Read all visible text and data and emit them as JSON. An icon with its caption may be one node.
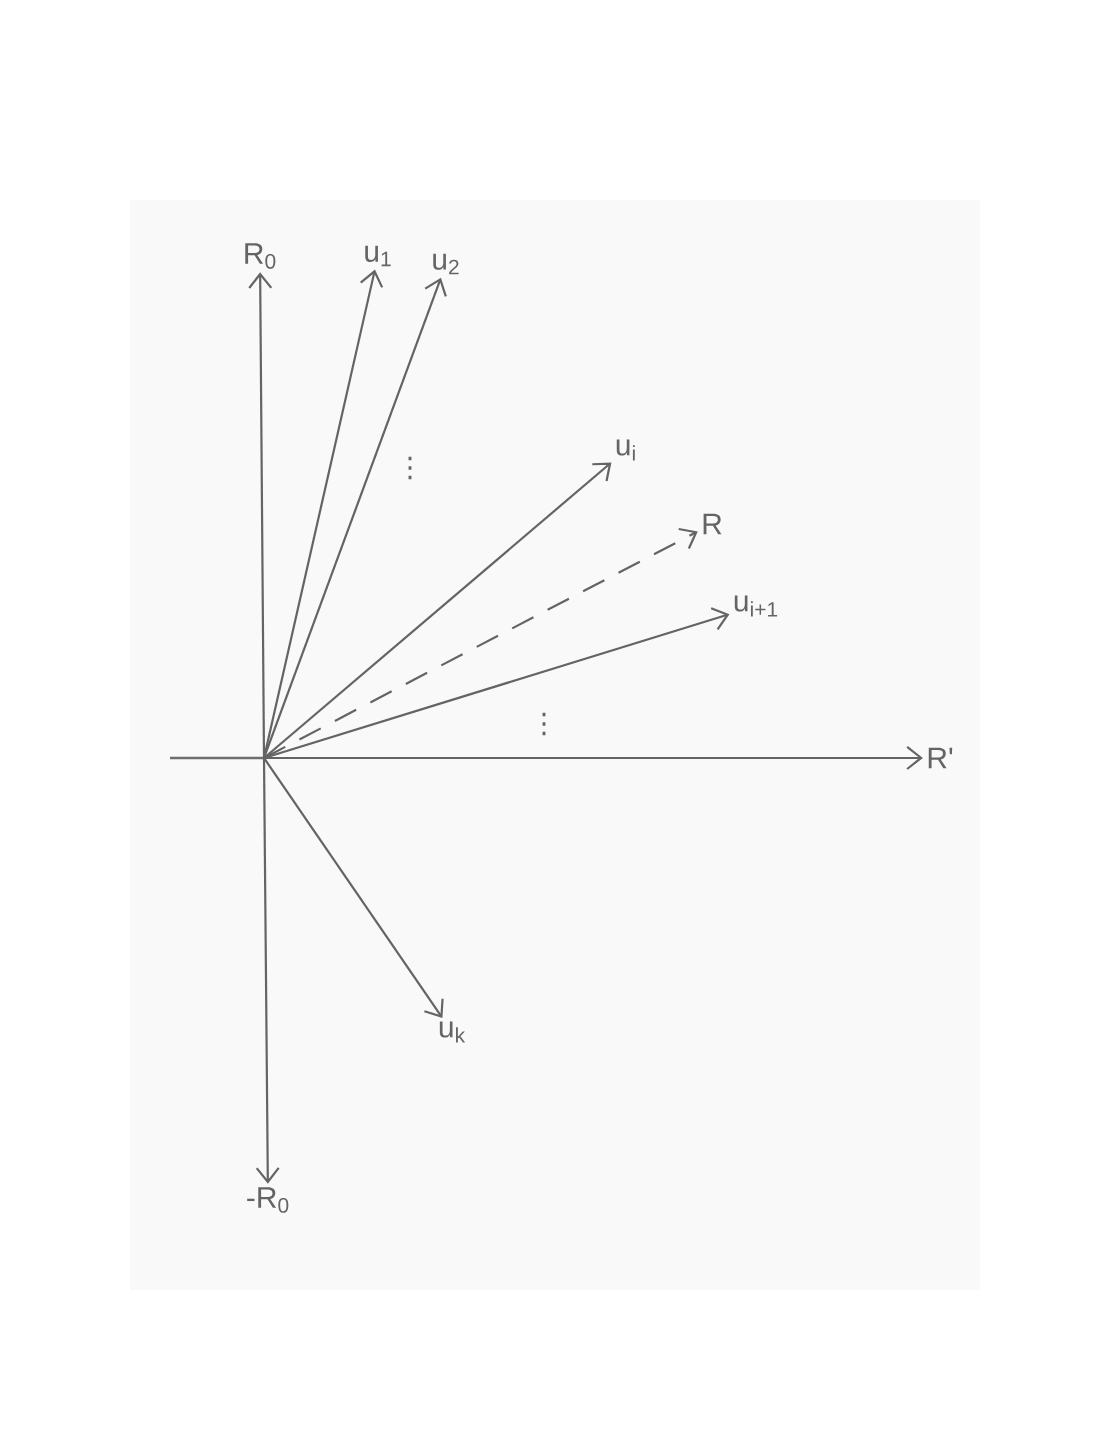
{
  "diagram": {
    "nodes": [
      {
        "text": [
          "R$_{0}$"
        ]
      },
      {
        "text": [
          "u$_{1}$"
        ]
      },
      {
        "text": [
          "u$_{2}$"
        ]
      },
      {
        "text": [
          "u$_{i}$"
        ]
      },
      {
        "text": [
          "R"
        ]
      },
      {
        "text": [
          "u$_{i+1}$"
        ]
      },
      {
        "text": [
          "R'"
        ]
      },
      {
        "text": [
          "u$_{k}$"
        ]
      },
      {
        "text": [
          "-R$_{0}$"
        ]
      }
    ],
    "edges": [
      {
        "from": null,
        "to": 0,
        "arrow": "to"
      },
      {
        "from": null,
        "to": 1,
        "arrow": "to"
      },
      {
        "from": null,
        "to": 2,
        "arrow": "to"
      },
      {
        "from": null,
        "to": 3,
        "arrow": "to"
      },
      {
        "from": null,
        "to": 4,
        "arrow": "to",
        "style": "dashed"
      },
      {
        "from": null,
        "to": 5,
        "arrow": "to"
      },
      {
        "from": null,
        "to": 6,
        "arrow": "to"
      },
      {
        "from": null,
        "to": 7,
        "arrow": "to"
      },
      {
        "from": null,
        "to": 8,
        "arrow": "to"
      }
    ],
    "labels": [
      "⋮",
      "⋮"
    ]
  }
}
